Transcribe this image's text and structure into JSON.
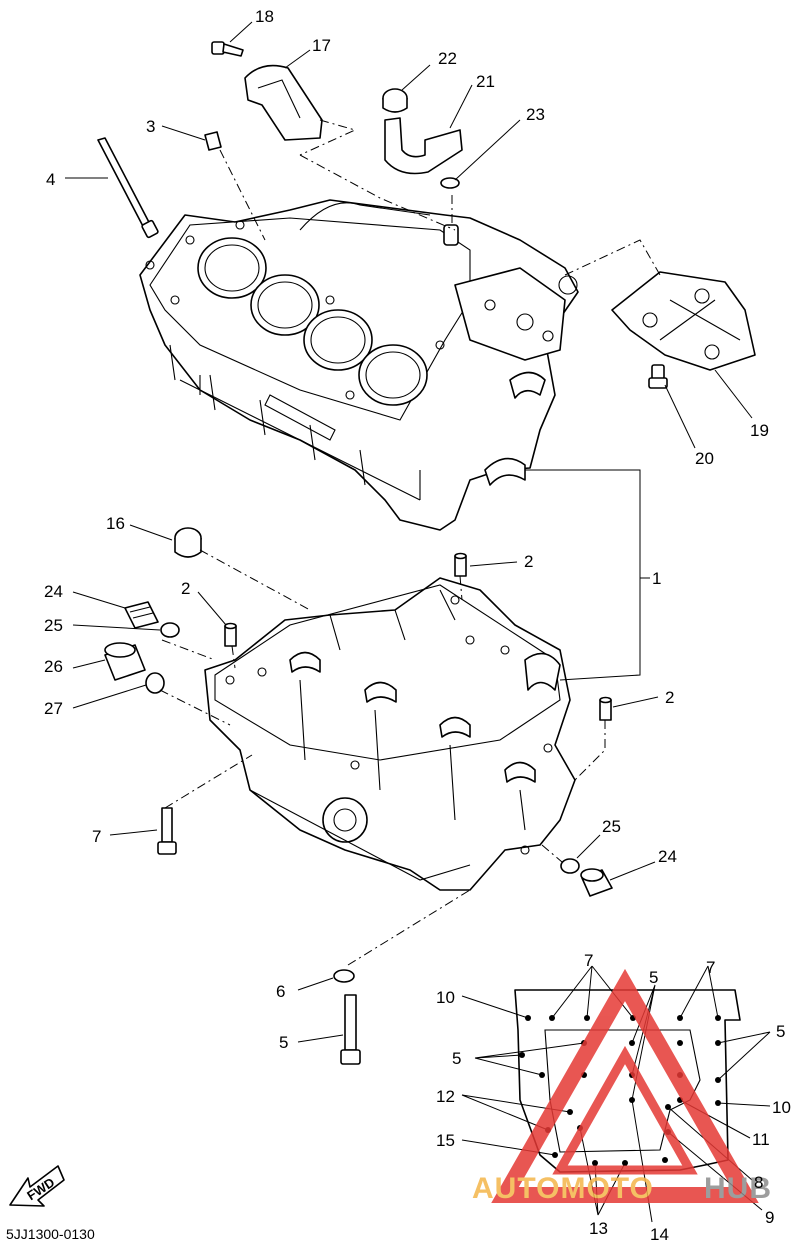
{
  "document_code": "5JJ1300-0130",
  "fwd_label": "FWD",
  "watermark": {
    "part1": "AUTOMOTO",
    "part2": "HUB",
    "color1": "#f4b64a",
    "color2": "#8c8c8c",
    "triangle_color": "#e53935"
  },
  "callouts": {
    "c1": "1",
    "c2a": "2",
    "c2b": "2",
    "c2c": "2",
    "c3": "3",
    "c4": "4",
    "c5a": "5",
    "c5b": "5",
    "c5c": "5",
    "c5d": "5",
    "c6": "6",
    "c7a": "7",
    "c7b": "7",
    "c7c": "7",
    "c8": "8",
    "c9": "9",
    "c10a": "10",
    "c10b": "10",
    "c11": "11",
    "c12": "12",
    "c13": "13",
    "c14": "14",
    "c15": "15",
    "c16": "16",
    "c17": "17",
    "c18": "18",
    "c19": "19",
    "c20": "20",
    "c21": "21",
    "c22": "22",
    "c23": "23",
    "c24a": "24",
    "c24b": "24",
    "c25a": "25",
    "c25b": "25",
    "c26": "26",
    "c27": "27"
  }
}
